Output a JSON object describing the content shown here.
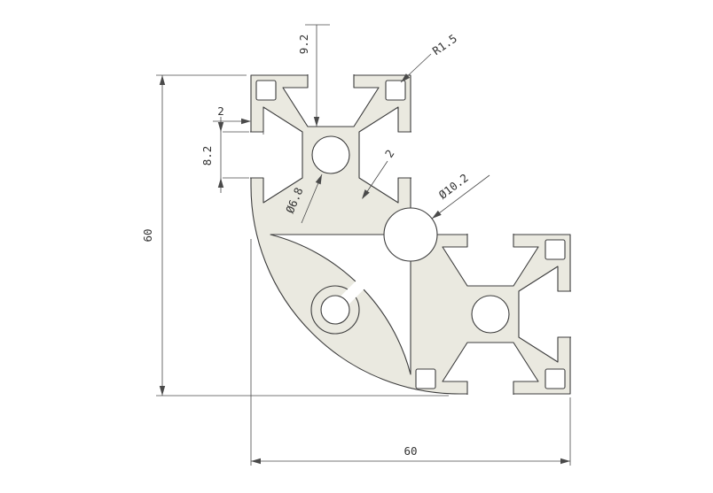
{
  "drawing": {
    "labels": {
      "overall_height": "60",
      "overall_width": "60",
      "slot_depth": "9.2",
      "corner_radius": "R1.5",
      "wall_thickness": "2",
      "slot_width": "8.2",
      "web_thickness": "2",
      "center_hole": "Ø6.8",
      "corner_notch": "Ø10.2"
    },
    "colors": {
      "material_fill": "#eae9e0",
      "outline": "#3c3c3c",
      "dimension": "#4a4a4a"
    }
  }
}
